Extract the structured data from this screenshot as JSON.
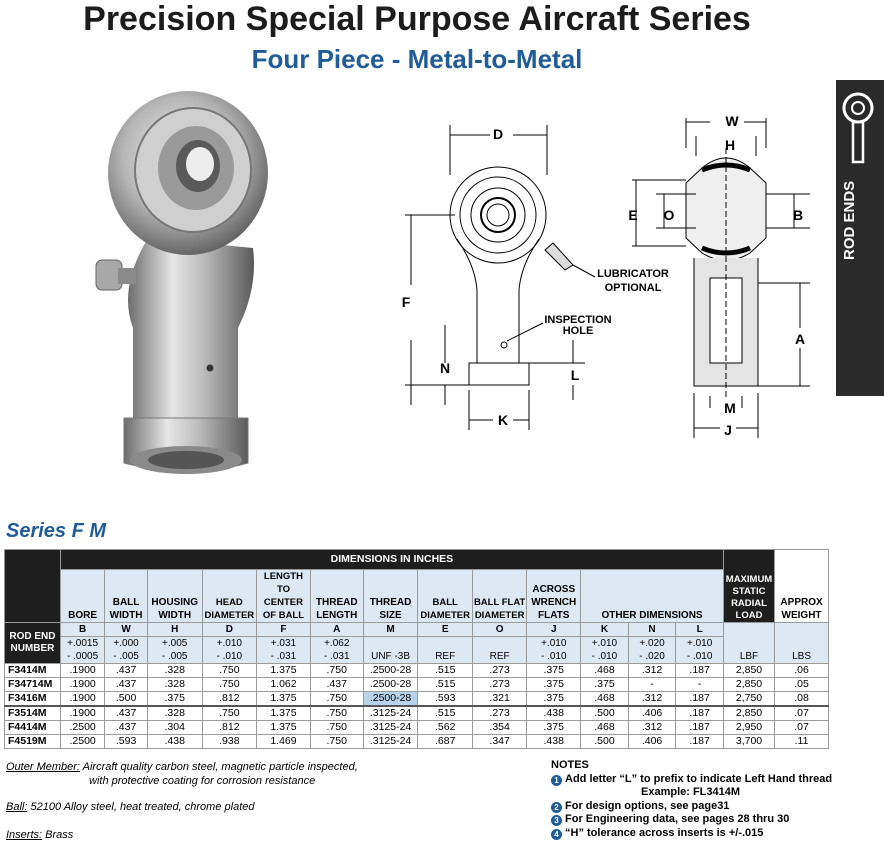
{
  "header": {
    "title": "Precision Special Purpose Aircraft Series",
    "subtitle": "Four Piece - Metal-to-Metal"
  },
  "side_tab": {
    "label": "ROD ENDS"
  },
  "diagram": {
    "front_labels": {
      "D": "D",
      "E": "E",
      "O": "O",
      "F": "F",
      "N": "N",
      "L": "L",
      "K": "K"
    },
    "callouts": {
      "lubricator_1": "LUBRICATOR",
      "lubricator_2": "OPTIONAL",
      "inspection_1": "INSPECTION",
      "inspection_2": "HOLE"
    },
    "side_labels": {
      "W": "W",
      "H": "H",
      "B": "B",
      "A": "A",
      "M": "M",
      "J": "J"
    }
  },
  "series_title": "Series F M",
  "table": {
    "group_header": "DIMENSIONS IN INCHES",
    "max_load_header": "MAXIMUM STATIC RADIAL LOAD",
    "approx_weight_header": "APPROX WEIGHT",
    "rod_end_header": "ROD END NUMBER",
    "columns": [
      {
        "name": "BORE",
        "letter": "B",
        "tol": "+.0015\n- .0005"
      },
      {
        "name": "BALL WIDTH",
        "letter": "W",
        "tol": "+.000\n- .005"
      },
      {
        "name": "HOUSING WIDTH",
        "letter": "H",
        "tol": "+.005\n- .005"
      },
      {
        "name": "HEAD DIAMETER",
        "letter": "D",
        "tol": "+.010\n- .010"
      },
      {
        "name": "LENGTH TO CENTER OF BALL",
        "letter": "F",
        "tol": "+.031\n- .031"
      },
      {
        "name": "THREAD LENGTH",
        "letter": "A",
        "tol": "+.062\n- .031"
      },
      {
        "name": "THREAD SIZE",
        "letter": "M",
        "tol": "UNF -3B"
      },
      {
        "name": "BALL DIAMETER",
        "letter": "E",
        "tol": "REF"
      },
      {
        "name": "BALL FLAT DIAMETER",
        "letter": "O",
        "tol": "REF"
      },
      {
        "name": "ACROSS WRENCH FLATS",
        "letter": "J",
        "tol": "+.010\n- .010"
      },
      {
        "name": "OTHER DIMENSIONS",
        "letter": "K",
        "tol": "+.010\n- .010"
      },
      {
        "name": "",
        "letter": "N",
        "tol": "+.020\n- .020"
      },
      {
        "name": "",
        "letter": "L",
        "tol": "+.010\n- .010"
      }
    ],
    "load_unit": "LBF",
    "weight_unit": "LBS",
    "rows": [
      [
        "F3414M",
        ".1900",
        ".437",
        ".328",
        ".750",
        "1.375",
        ".750",
        ".2500-28",
        ".515",
        ".273",
        ".375",
        ".468",
        ".312",
        ".187",
        "2,850",
        ".06"
      ],
      [
        "F34714M",
        ".1900",
        ".437",
        ".328",
        ".750",
        "1.062",
        ".437",
        ".2500-28",
        ".515",
        ".273",
        ".375",
        ".375",
        "-",
        "-",
        "2,850",
        ".05"
      ],
      [
        "F3416M",
        ".1900",
        ".500",
        ".375",
        ".812",
        "1.375",
        ".750",
        ".2500-28",
        ".593",
        ".321",
        ".375",
        ".468",
        ".312",
        ".187",
        "2,750",
        ".08"
      ],
      [
        "F3514M",
        ".1900",
        ".437",
        ".328",
        ".750",
        "1.375",
        ".750",
        ".3125-24",
        ".515",
        ".273",
        ".438",
        ".500",
        ".406",
        ".187",
        "2,850",
        ".07"
      ],
      [
        "F4414M",
        ".2500",
        ".437",
        ".304",
        ".812",
        "1.375",
        ".750",
        ".3125-24",
        ".562",
        ".354",
        ".375",
        ".468",
        ".312",
        ".187",
        "2,950",
        ".07"
      ],
      [
        "F4519M",
        ".2500",
        ".593",
        ".438",
        ".938",
        "1.469",
        ".750",
        ".3125-24",
        ".687",
        ".347",
        ".438",
        ".500",
        ".406",
        ".187",
        "3,700",
        ".11"
      ]
    ]
  },
  "material_notes": {
    "outer_label": "Outer Member:",
    "outer_text_1": "Aircraft quality carbon steel, magnetic particle inspected,",
    "outer_text_2": "with protective coating for corrosion resistance",
    "ball_label": "Ball:",
    "ball_text": "52100 Alloy steel, heat treated, chrome plated",
    "inserts_label": "Inserts:",
    "inserts_text": "Brass"
  },
  "notes": {
    "heading": "NOTES",
    "items": [
      {
        "num": "1",
        "text": "Add letter “L” to prefix to indicate Left Hand thread",
        "text2": "Example: FL3414M"
      },
      {
        "num": "2",
        "text": "For design options, see page31"
      },
      {
        "num": "3",
        "text": "For Engineering data, see pages 28 thru 30"
      },
      {
        "num": "4",
        "text": "“H” tolerance across inserts is +/-.015"
      }
    ]
  }
}
